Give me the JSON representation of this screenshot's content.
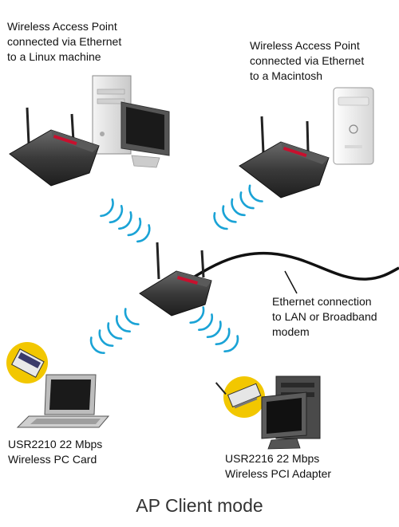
{
  "labels": {
    "linux_ap": [
      "Wireless Access Point",
      "connected via Ethernet",
      "to a Linux machine"
    ],
    "mac_ap": [
      "Wireless Access Point",
      "connected via Ethernet",
      "to a Macintosh"
    ],
    "ethernet": [
      "Ethernet connection",
      "to LAN or Broadband",
      "modem"
    ],
    "pc_card": [
      "USR2210 22 Mbps",
      "Wireless PC Card"
    ],
    "pci_adapter": [
      "USR2216 22 Mbps",
      "Wireless PCI Adapter"
    ]
  },
  "caption": "AP Client mode",
  "colors": {
    "wave": "#1aa3d6",
    "device_body": "#3d3d3d",
    "led_strip": "#c8102e",
    "card_badge": "#f2c700"
  },
  "icons": [
    "access-point-icon",
    "linux-desktop-icon",
    "macintosh-tower-icon",
    "laptop-icon",
    "pc-card-icon",
    "pci-adapter-icon",
    "desktop-pc-icon",
    "ethernet-cable-icon"
  ]
}
